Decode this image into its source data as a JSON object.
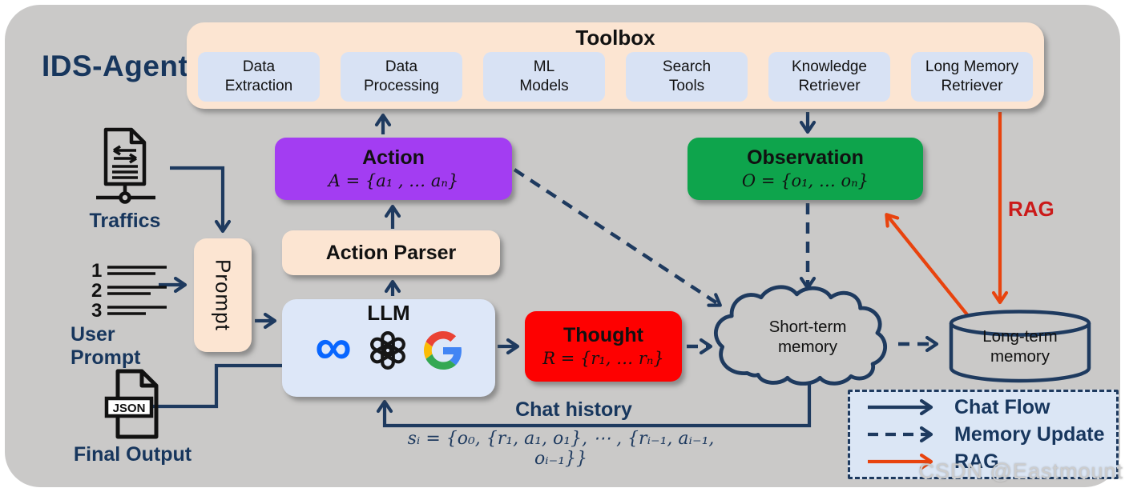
{
  "title": "IDS-Agent",
  "colors": {
    "background": "#cac9c8",
    "navy": "#1e3a5f",
    "peach": "#fce5d2",
    "tool_blue": "#d8e2f4",
    "llm_blue": "#dde7f8",
    "action_purple": "#a33df2",
    "observation_green": "#0ea44c",
    "thought_red": "#fe0101",
    "rag_orange": "#e8430e",
    "rag_text_red": "#cb1a1a",
    "legend_blue": "#dbe6f5"
  },
  "toolbox": {
    "label": "Toolbox",
    "tools": [
      {
        "label": "Data\nExtraction"
      },
      {
        "label": "Data\nProcessing"
      },
      {
        "label": "ML\nModels"
      },
      {
        "label": "Search\nTools"
      },
      {
        "label": "Knowledge\nRetriever"
      },
      {
        "label": "Long Memory\nRetriever"
      }
    ]
  },
  "nodes": {
    "action": {
      "title": "Action",
      "formula": "A = {a₁ , … aₙ}"
    },
    "observation": {
      "title": "Observation",
      "formula": "O = {o₁, … oₙ}"
    },
    "action_parser": {
      "label": "Action Parser"
    },
    "llm": {
      "label": "LLM"
    },
    "thought": {
      "title": "Thought",
      "formula": "R = {r₁, … rₙ}"
    },
    "prompt": {
      "label": "Prompt"
    },
    "short_term_memory": {
      "line1": "Short-term",
      "line2": "memory"
    },
    "long_term_memory": {
      "line1": "Long-term",
      "line2": "memory"
    }
  },
  "inputs": {
    "traffics": {
      "label": "Traffics"
    },
    "user_prompt": {
      "label": "User Prompt",
      "list_numbers": [
        "1",
        "2",
        "3"
      ]
    },
    "final_output": {
      "label": "Final Output",
      "file_type": "JSON"
    }
  },
  "annotations": {
    "chat_history": "Chat history",
    "state_formula": "sᵢ = {o₀, {r₁, a₁, o₁}, ⋯ , {rᵢ₋₁, aᵢ₋₁, oᵢ₋₁}}",
    "rag_label": "RAG"
  },
  "icons": {
    "meta": "meta-infinity-logo",
    "openai": "openai-knot-logo",
    "google": "google-g-logo",
    "traffics": "network-traffic-document",
    "user_prompt": "numbered-list",
    "final_output": "json-file",
    "short_term_memory": "cloud-shape",
    "long_term_memory": "database-cylinder"
  },
  "legend": {
    "items": [
      {
        "label": "Chat Flow",
        "style": "solid-navy-arrow"
      },
      {
        "label": "Memory Update",
        "style": "dashed-navy-arrow"
      },
      {
        "label": "RAG",
        "style": "solid-red-arrow"
      }
    ]
  },
  "watermark": "CSDN @Eastmount"
}
